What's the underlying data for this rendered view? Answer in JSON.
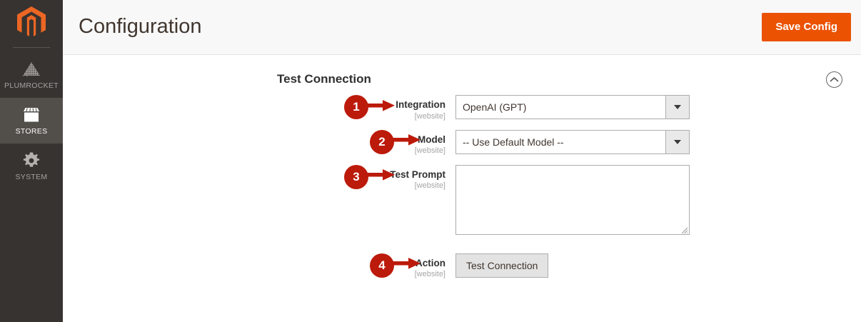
{
  "sidebar": {
    "logo_icon": "magento-logo-icon",
    "items": [
      {
        "label": "PLUMROCKET",
        "icon": "plumrocket-mountain-icon",
        "active": false
      },
      {
        "label": "STORES",
        "icon": "store-icon",
        "active": true
      },
      {
        "label": "SYSTEM",
        "icon": "gear-icon",
        "active": false
      }
    ]
  },
  "header": {
    "title": "Configuration",
    "save_label": "Save Config",
    "save_color": "#eb5202"
  },
  "section": {
    "title": "Test Connection",
    "collapse_icon": "chevron-up-icon"
  },
  "annotation": {
    "color": "#bc1a0b",
    "badges": [
      "1",
      "2",
      "3",
      "4"
    ]
  },
  "form": {
    "scope_label": "[website]",
    "fields": [
      {
        "step": "1",
        "label": "Integration",
        "scope": "[website]",
        "type": "select",
        "value": "OpenAI (GPT)"
      },
      {
        "step": "2",
        "label": "Model",
        "scope": "[website]",
        "type": "select",
        "value": "-- Use Default Model --"
      },
      {
        "step": "3",
        "label": "Test Prompt",
        "scope": "[website]",
        "type": "textarea",
        "value": "",
        "placeholder": ""
      },
      {
        "step": "4",
        "label": "Action",
        "scope": "[website]",
        "type": "button",
        "value": "Test Connection"
      }
    ]
  }
}
